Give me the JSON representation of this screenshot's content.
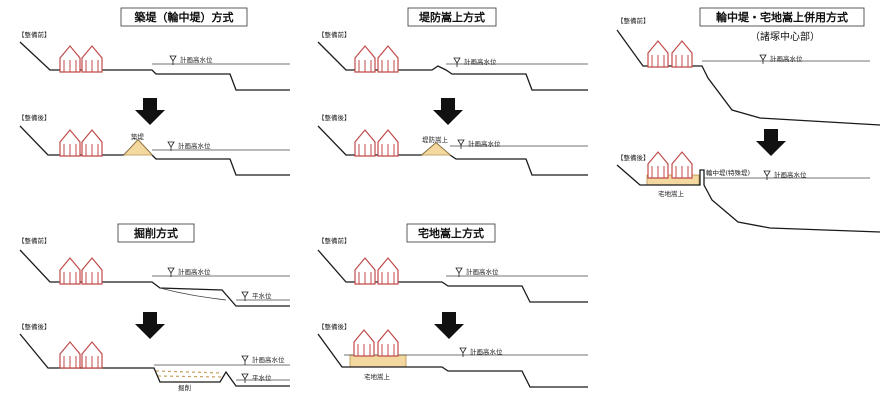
{
  "panels": {
    "ring_levee": {
      "title": "築堤（輪中堤）方式",
      "before_tag": "【整備前】",
      "after_tag": "【整備後】",
      "levee_label": "築堤",
      "water_label": "計画高水位"
    },
    "levee_raise": {
      "title": "堤防嵩上方式",
      "before_tag": "【整備前】",
      "after_tag": "【整備後】",
      "raise_label": "堤防嵩上",
      "water_label": "計画高水位"
    },
    "combined": {
      "title": "輪中堤・宅地嵩上併用方式",
      "subtitle": "（諸塚中心部）",
      "before_tag": "【整備前】",
      "after_tag": "【整備後】",
      "ring_label": "輪中堤(特殊堤)",
      "raise_label": "宅地嵩上",
      "water_label": "計画高水位"
    },
    "excavation": {
      "title": "掘削方式",
      "before_tag": "【整備前】",
      "after_tag": "【整備後】",
      "water_label": "計画高水位",
      "low_water_label": "平水位",
      "dig_label": "掘削"
    },
    "land_raise": {
      "title": "宅地嵩上方式",
      "before_tag": "【整備前】",
      "after_tag": "【整備後】",
      "water_label": "計画高水位",
      "raise_label": "宅地嵩上"
    }
  },
  "icons": {
    "arrow": "down-arrow-icon",
    "water": "water-level-triangle-icon",
    "house": "house-icon"
  },
  "colors": {
    "house": "#c24a4a",
    "fill": "#f3d9a0"
  }
}
